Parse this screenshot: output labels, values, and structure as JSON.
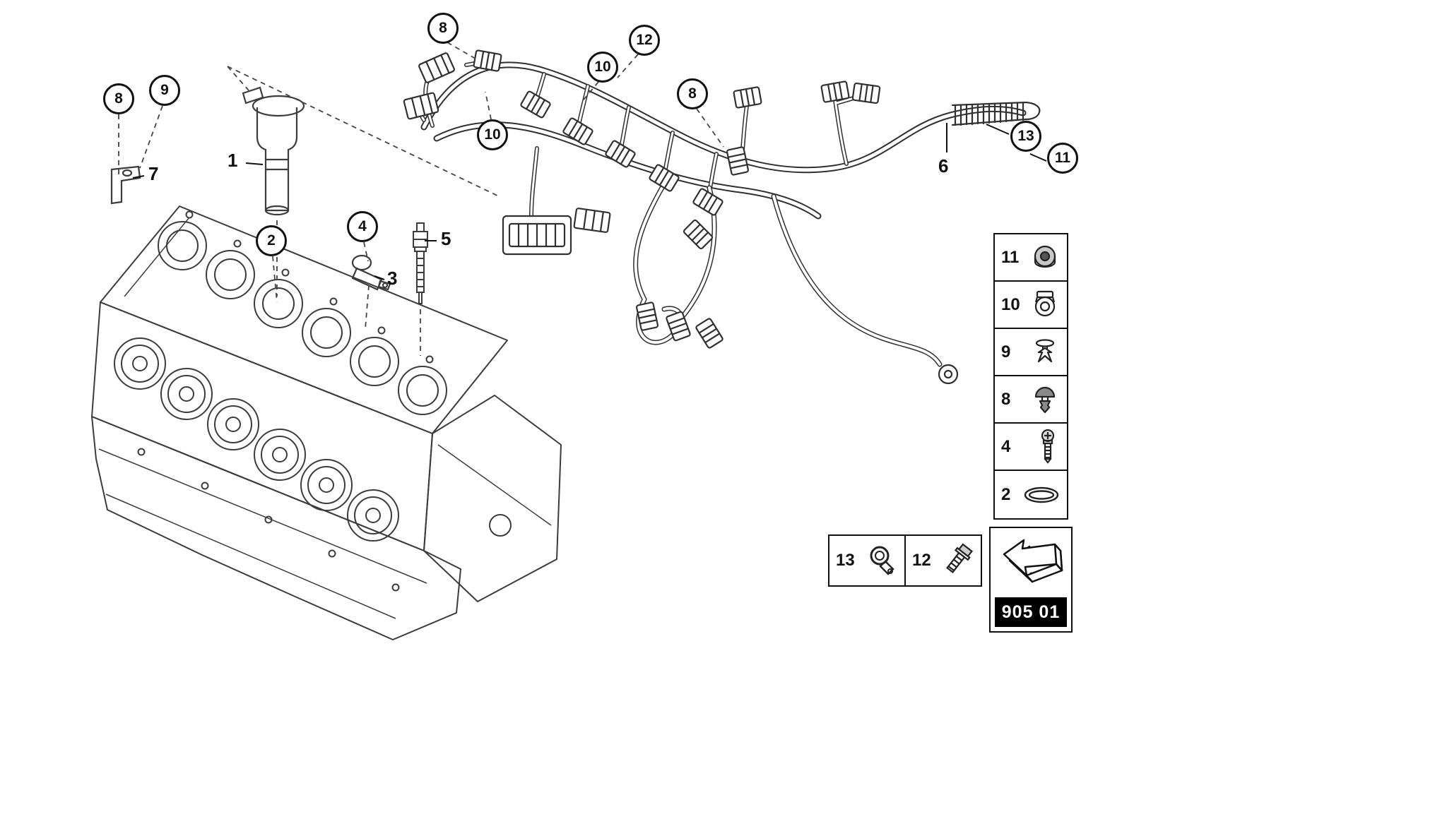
{
  "page_code": "905 01",
  "colors": {
    "line": "#3c3c3c",
    "code_bar_bg": "#000000",
    "code_bar_text": "#ffffff"
  },
  "callouts": [
    {
      "label": "8"
    },
    {
      "label": "9"
    },
    {
      "label": "2"
    },
    {
      "label": "4"
    },
    {
      "label": "8"
    },
    {
      "label": "10"
    },
    {
      "label": "10"
    },
    {
      "label": "12"
    },
    {
      "label": "8"
    },
    {
      "label": "13"
    },
    {
      "label": "11"
    }
  ],
  "part_labels": [
    {
      "label": "1"
    },
    {
      "label": "7"
    },
    {
      "label": "3"
    },
    {
      "label": "5"
    },
    {
      "label": "6"
    }
  ],
  "right_legend": {
    "items": [
      {
        "num": "11",
        "icon": "nut-icon"
      },
      {
        "num": "10",
        "icon": "grommet-icon"
      },
      {
        "num": "9",
        "icon": "expansion-clip-icon"
      },
      {
        "num": "8",
        "icon": "push-rivet-icon"
      },
      {
        "num": "4",
        "icon": "screw-icon"
      },
      {
        "num": "2",
        "icon": "o-ring-icon"
      }
    ]
  },
  "bottom_legend": {
    "items": [
      {
        "num": "13",
        "icon": "clamp-icon"
      },
      {
        "num": "12",
        "icon": "bolt-icon"
      }
    ]
  }
}
